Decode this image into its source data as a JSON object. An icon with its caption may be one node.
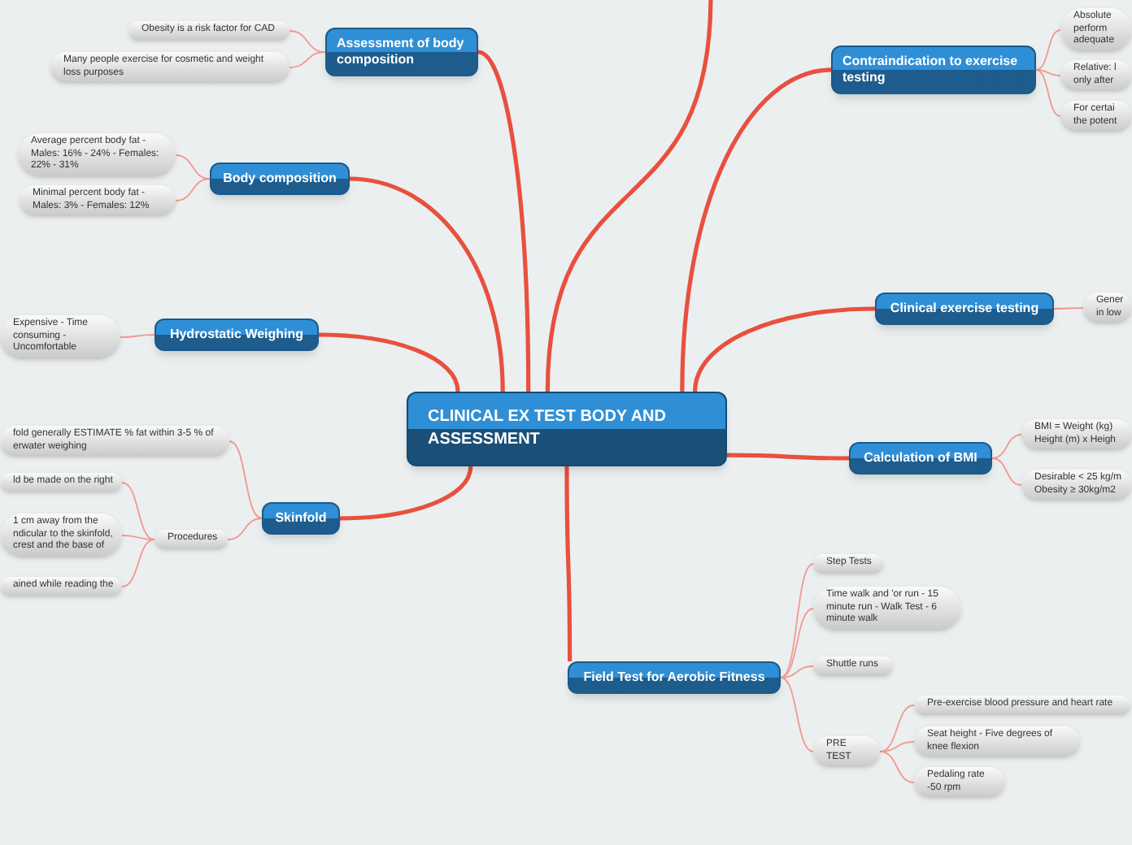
{
  "diagram": {
    "nodes": [
      {
        "text": [
          "CLINICAL EX TEST BODY AND ASSESSMENT"
        ]
      },
      {
        "text": [
          "Assessment of body composition"
        ]
      },
      {
        "text": [
          "Obesity is a risk factor for CAD"
        ]
      },
      {
        "text": [
          "Many people exercise for cosmetic and weight loss purposes"
        ]
      },
      {
        "text": [
          "Body composition"
        ]
      },
      {
        "text": [
          "Average percent body fat - Males: 16% - 24% - Females: 22% - 31%"
        ]
      },
      {
        "text": [
          "Minimal percent body fat - Males: 3% - Females: 12%"
        ]
      },
      {
        "text": [
          "Hydrostatic Weighing"
        ]
      },
      {
        "text": [
          "Expensive - Time consuming - Uncomfortable"
        ]
      },
      {
        "text": [
          "Skinfold"
        ]
      },
      {
        "text": [
          "fold generally ESTIMATE % fat within 3-5 % of erwater weighing"
        ]
      },
      {
        "text": [
          "Procedures"
        ]
      },
      {
        "text": [
          "ld be made on the right"
        ]
      },
      {
        "text": [
          "1 cm away from the ndicular to the skinfold, crest and the base of"
        ]
      },
      {
        "text": [
          "ained while reading the"
        ]
      },
      {
        "text": [
          "Contraindication to exercise testing"
        ]
      },
      {
        "text": [
          "Absolute perform adequate"
        ]
      },
      {
        "text": [
          "Relative: l only after"
        ]
      },
      {
        "text": [
          "For certai the potent"
        ]
      },
      {
        "text": [
          "Clinical exercise testing"
        ]
      },
      {
        "text": [
          "Gener in low"
        ]
      },
      {
        "text": [
          "Calculation of BMI"
        ]
      },
      {
        "text": [
          "BMI = Weight (kg) Height (m) x Heigh"
        ]
      },
      {
        "text": [
          "Desirable < 25 kg/m Obesity ≥ 30kg/m2"
        ]
      },
      {
        "text": [
          "Field Test for Aerobic Fitness"
        ]
      },
      {
        "text": [
          "Step Tests"
        ]
      },
      {
        "text": [
          "Time walk and 'or run - 15 minute run - Walk Test - 6 minute walk"
        ]
      },
      {
        "text": [
          "Shuttle runs"
        ]
      },
      {
        "text": [
          "PRE TEST"
        ]
      },
      {
        "text": [
          "Pre-exercise blood pressure and heart rate"
        ]
      },
      {
        "text": [
          "Seat height - Five degrees of knee flexion"
        ]
      },
      {
        "text": [
          "Pedaling rate -50 rpm"
        ]
      }
    ],
    "edges": [
      {
        "from": 0,
        "to": 1,
        "arrow": "none",
        "style": "thick",
        "color": "#e8503f"
      },
      {
        "from": 1,
        "to": 2,
        "arrow": "none"
      },
      {
        "from": 1,
        "to": 3,
        "arrow": "none"
      },
      {
        "from": 0,
        "to": 4,
        "arrow": "none",
        "style": "thick",
        "color": "#e8503f"
      },
      {
        "from": 4,
        "to": 5,
        "arrow": "none"
      },
      {
        "from": 4,
        "to": 6,
        "arrow": "none"
      },
      {
        "from": 0,
        "to": 7,
        "arrow": "none",
        "style": "thick",
        "color": "#e8503f"
      },
      {
        "from": 7,
        "to": 8,
        "arrow": "none"
      },
      {
        "from": 0,
        "to": 9,
        "arrow": "none",
        "style": "thick",
        "color": "#e8503f"
      },
      {
        "from": 9,
        "to": 10,
        "arrow": "none"
      },
      {
        "from": 9,
        "to": 11,
        "arrow": "none"
      },
      {
        "from": 11,
        "to": 12,
        "arrow": "none"
      },
      {
        "from": 11,
        "to": 13,
        "arrow": "none"
      },
      {
        "from": 11,
        "to": 14,
        "arrow": "none"
      },
      {
        "from": 0,
        "to": null,
        "arrow": "none",
        "style": "thick",
        "color": "#e8503f"
      },
      {
        "from": 0,
        "to": 15,
        "arrow": "none",
        "style": "thick",
        "color": "#e8503f"
      },
      {
        "from": 15,
        "to": 16,
        "arrow": "none"
      },
      {
        "from": 15,
        "to": 17,
        "arrow": "none"
      },
      {
        "from": 15,
        "to": 18,
        "arrow": "none"
      },
      {
        "from": 0,
        "to": 19,
        "arrow": "none",
        "style": "thick",
        "color": "#e8503f"
      },
      {
        "from": 19,
        "to": 20,
        "arrow": "none"
      },
      {
        "from": 0,
        "to": 21,
        "arrow": "none",
        "style": "thick",
        "color": "#e8503f"
      },
      {
        "from": 21,
        "to": 22,
        "arrow": "none"
      },
      {
        "from": 21,
        "to": 23,
        "arrow": "none"
      },
      {
        "from": 0,
        "to": 24,
        "arrow": "none",
        "style": "thick",
        "color": "#e8503f"
      },
      {
        "from": 24,
        "to": 25,
        "arrow": "none"
      },
      {
        "from": 24,
        "to": 26,
        "arrow": "none"
      },
      {
        "from": 24,
        "to": 27,
        "arrow": "none"
      },
      {
        "from": 24,
        "to": 28,
        "arrow": "none"
      },
      {
        "from": 28,
        "to": 29,
        "arrow": "none"
      },
      {
        "from": 28,
        "to": 30,
        "arrow": "none"
      },
      {
        "from": 28,
        "to": 31,
        "arrow": "none"
      }
    ]
  }
}
